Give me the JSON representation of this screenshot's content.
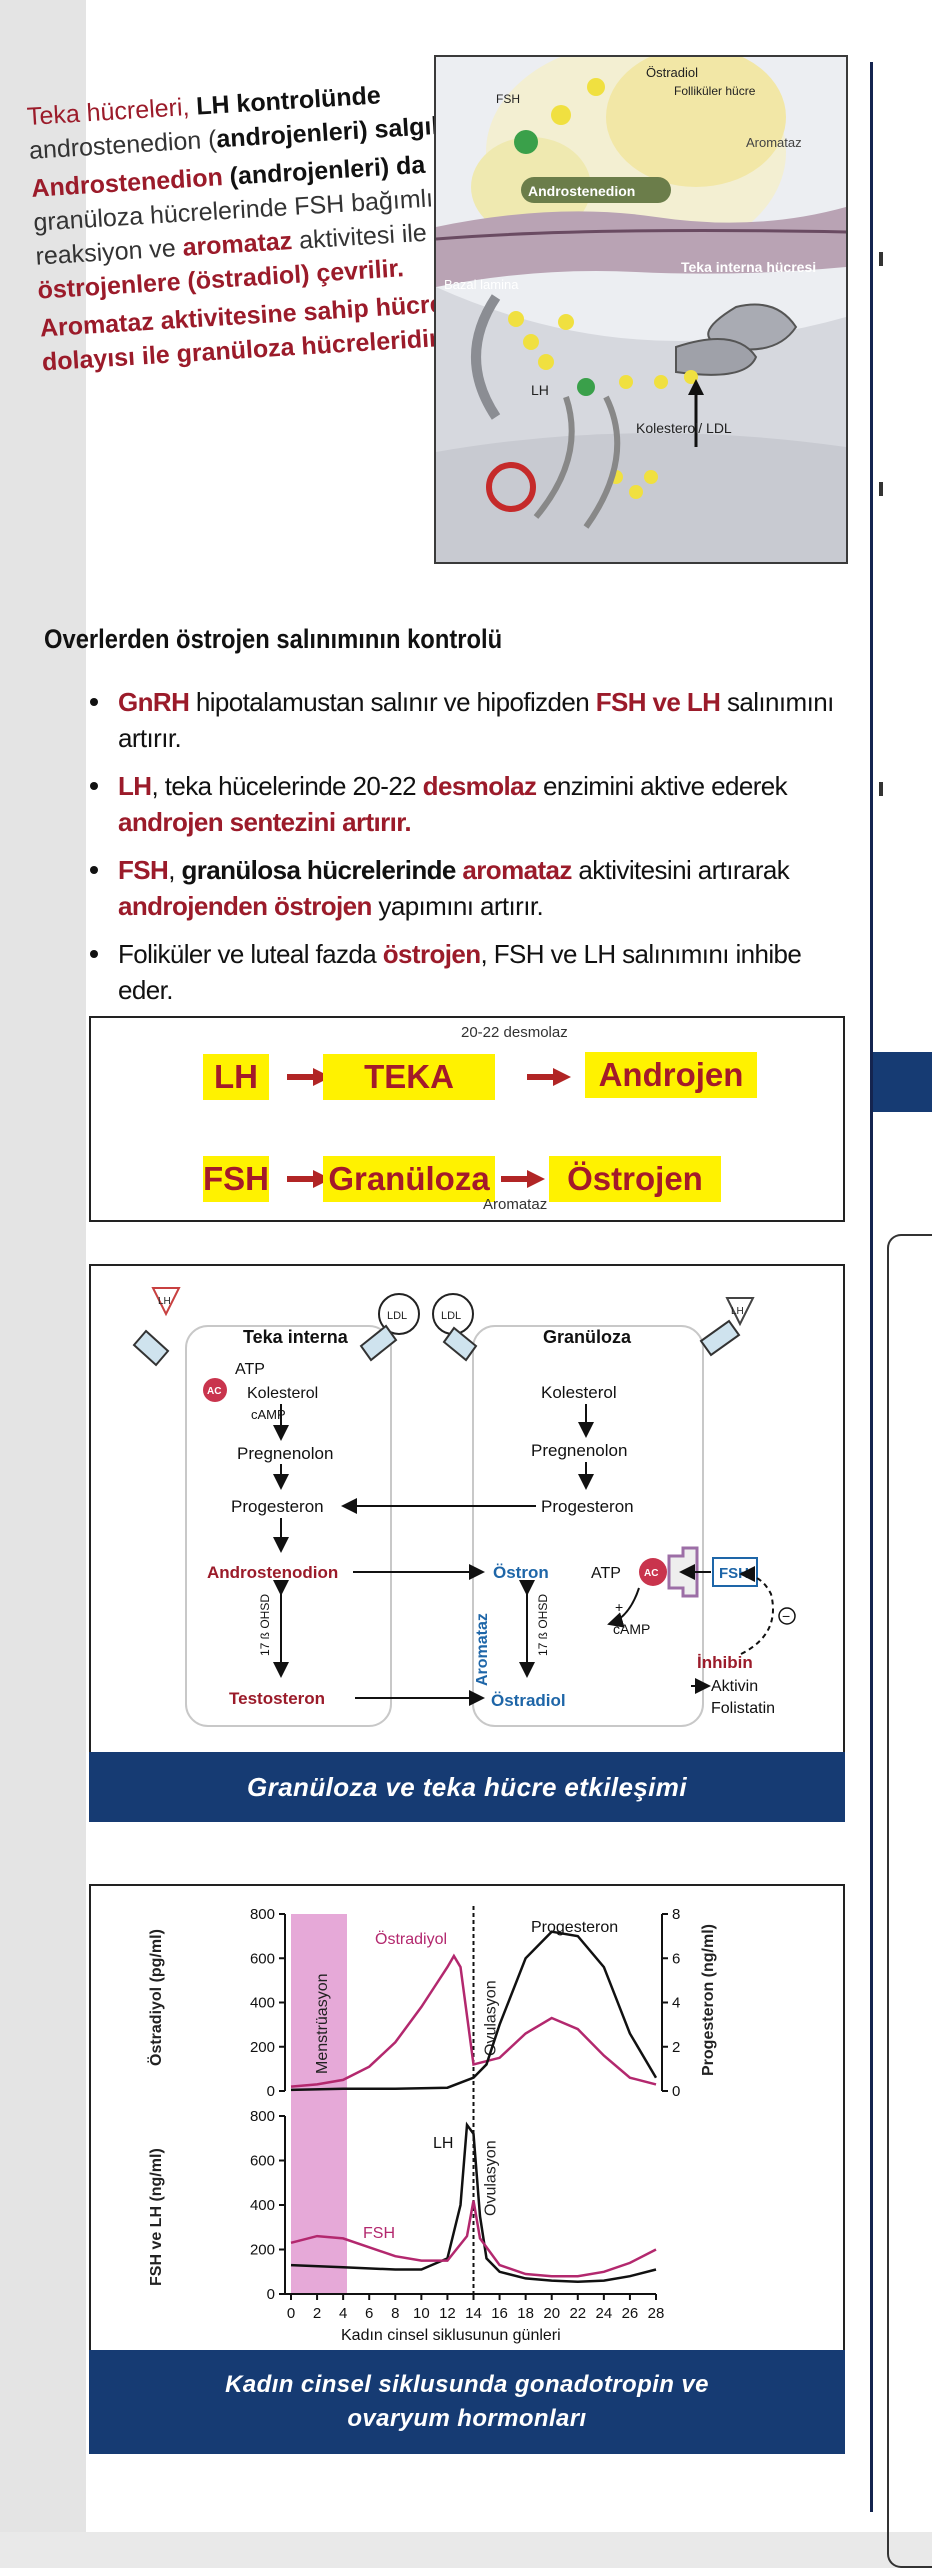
{
  "top_text": {
    "p1_a": "Teka hücreleri, ",
    "p1_b": "LH kontrolünde",
    "p1_c": " androstenedion (",
    "p1_d": "androjenleri)",
    "p1_e": " salgılar.",
    "p2_a": "Androstenedion",
    "p2_b": " (androjenleri)",
    "p2_c": " da",
    "p2_d": " granüloza hücrelerinde FSH bağımlı bir reaksiyon ve ",
    "p2_e": "aromataz",
    "p2_f": " aktivitesi ile ",
    "p2_g": "östrojenlere (östradiol) çevrilir.",
    "p3": "Aromataz aktivitesine sahip hücre dolayısı ile granüloza hücreleridir."
  },
  "fig1": {
    "label_ostradiol": "Östradiol",
    "label_follikuler": "Folliküler hücre",
    "label_fsh": "FSH",
    "label_aromataz": "Aromataz",
    "label_androstenedion": "Androstenedion",
    "label_teka_interna": "Teka interna hücresi",
    "label_bazal": "Bazal lamina",
    "label_lh": "LH",
    "label_kolesterol": "Kolesterol/ LDL"
  },
  "section": {
    "title": "Overlerden östrojen salınımının kontrolü"
  },
  "bullets": {
    "b1_a": "GnRH",
    "b1_b": " hipotalamustan salınır ve hipofizden ",
    "b1_c": "FSH ve LH",
    "b1_d": " salınımını artırır.",
    "b2_a": "LH",
    "b2_b": ", teka hücelerinde 20-22 ",
    "b2_c": "desmolaz",
    "b2_d": " enzimini aktive ederek ",
    "b2_e": "androjen sentezini artırır.",
    "b3_a": "FSH",
    "b3_b": ", ",
    "b3_c": "granülosa hücrelerinde",
    "b3_d": " ",
    "b3_e": "aromataz",
    "b3_f": " aktivitesini artırarak ",
    "b3_g": "androjenden östrojen",
    "b3_h": " yapımını artırır.",
    "b4_a": "Foliküler ve luteal fazda ",
    "b4_b": "östrojen",
    "b4_c": ", FSH ve LH salınımını inhibe eder."
  },
  "flow": {
    "lh": "LH",
    "teka": "TEKA",
    "androjen": "Androjen",
    "fsh": "FSH",
    "granuloza": "Granüloza",
    "ostrojen": "Östrojen",
    "desmolaz": "20-22 desmolaz",
    "aromataz": "Aromataz"
  },
  "fig2": {
    "teka_title": "Teka interna",
    "gran_title": "Granüloza",
    "lh": "LH",
    "ldl": "LDL",
    "ac": "AC",
    "atp": "ATP",
    "kolesterol": "Kolesterol",
    "camp": "cAMP",
    "pregnenolon": "Pregnenolon",
    "progesteron": "Progesteron",
    "androstenodion": "Androstenodion",
    "hsd": "17 ß OHSD",
    "testosteron": "Testosteron",
    "ostron": "Östron",
    "aromataz": "Aromataz",
    "ostradiol": "Östradiol",
    "fsh": "FSH",
    "inhibin": "İnhibin",
    "aktivin": "Aktivin",
    "folistatin": "Folistatin",
    "plus": "+",
    "minus": "−"
  },
  "banner1": "Granüloza ve teka hücre etkileşimi",
  "banner2_line1": "Kadın cinsel siklusunda gonadotropin ve",
  "banner2_line2": "ovaryum hormonları",
  "chart_data": {
    "type": "line",
    "xlabel": "Kadın cinsel siklusunun günleri",
    "x_ticks": [
      0,
      2,
      4,
      6,
      8,
      10,
      12,
      14,
      16,
      18,
      20,
      22,
      24,
      26,
      28
    ],
    "xlim": [
      0,
      28
    ],
    "annotations": [
      "Menstrüasyon",
      "Ovulasyon"
    ],
    "top_panel": {
      "ylabel_left": "Östradiyol (pg/ml)",
      "ylabel_right": "Progesteron (ng/ml)",
      "ylim_left": [
        0,
        800
      ],
      "left_ticks": [
        0,
        200,
        400,
        600,
        800
      ],
      "ylim_right": [
        0,
        8
      ],
      "right_ticks": [
        0,
        2,
        4,
        6,
        8
      ],
      "series": [
        {
          "name": "Östradiyol",
          "color": "#b3286e",
          "x": [
            0,
            2,
            4,
            6,
            8,
            10,
            11,
            12,
            12.5,
            13,
            14,
            16,
            18,
            20,
            22,
            24,
            26,
            28
          ],
          "y": [
            20,
            30,
            50,
            110,
            220,
            380,
            470,
            560,
            610,
            560,
            120,
            150,
            260,
            330,
            280,
            160,
            60,
            30
          ]
        },
        {
          "name": "Progesteron",
          "color": "#111111",
          "x": [
            0,
            4,
            8,
            12,
            14,
            15,
            16,
            18,
            20,
            22,
            24,
            26,
            28
          ],
          "y": [
            5,
            10,
            10,
            15,
            60,
            120,
            300,
            600,
            720,
            700,
            560,
            260,
            60
          ]
        }
      ]
    },
    "bottom_panel": {
      "ylabel": "FSH ve LH (ng/ml)",
      "ylim": [
        0,
        800
      ],
      "y_ticks": [
        0,
        200,
        400,
        600,
        800
      ],
      "series": [
        {
          "name": "LH",
          "color": "#111111",
          "x": [
            0,
            4,
            8,
            10,
            12,
            13,
            13.5,
            14,
            14.5,
            15,
            16,
            18,
            20,
            22,
            24,
            26,
            28
          ],
          "y": [
            130,
            120,
            110,
            110,
            160,
            400,
            760,
            720,
            350,
            160,
            100,
            70,
            60,
            55,
            60,
            80,
            110
          ]
        },
        {
          "name": "FSH",
          "color": "#b3286e",
          "x": [
            0,
            2,
            4,
            6,
            8,
            10,
            12,
            13.5,
            14,
            14.5,
            16,
            18,
            20,
            22,
            24,
            26,
            28
          ],
          "y": [
            230,
            260,
            250,
            210,
            170,
            150,
            150,
            260,
            420,
            250,
            130,
            90,
            80,
            80,
            100,
            140,
            200
          ]
        }
      ]
    }
  }
}
